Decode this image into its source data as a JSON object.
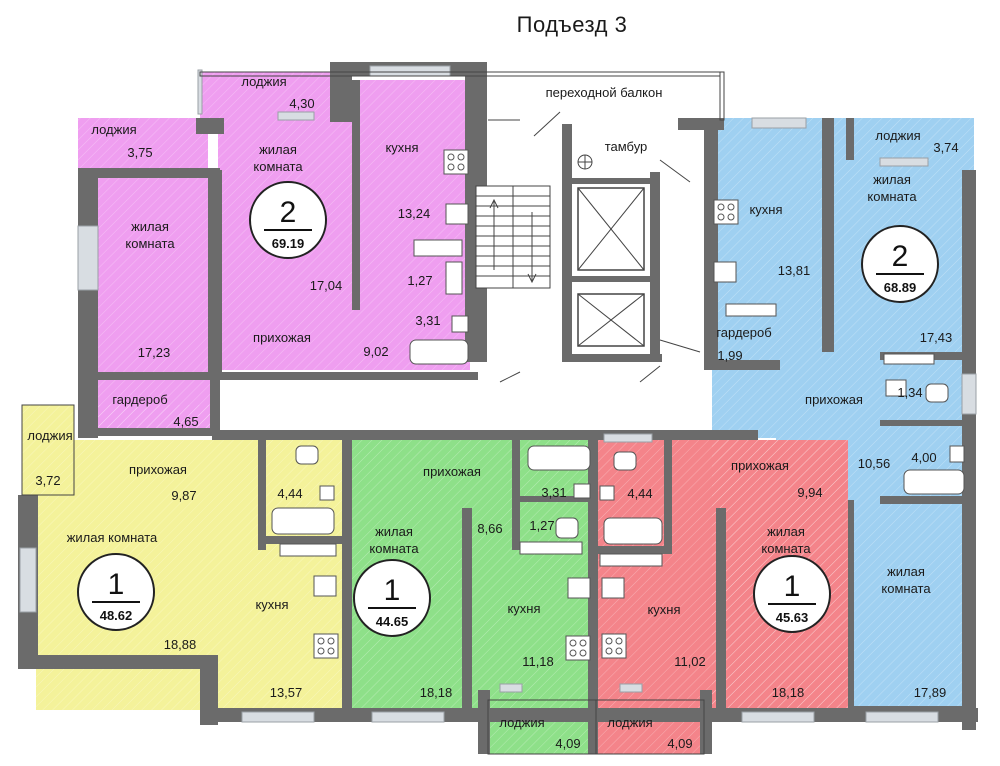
{
  "title": "Подъезд 3",
  "colors": {
    "pink": "#ef9ef0",
    "yellow": "#f4f29a",
    "green": "#8ee089",
    "red": "#f4848a",
    "blue": "#9fd0f1",
    "wall": "#6b6b6b",
    "corridor": "#ffffff"
  },
  "common": {
    "balcony": "переходной балкон",
    "vestibule": "тамбур"
  },
  "apartments": [
    {
      "id": "pink",
      "rooms_count": "2",
      "area": "69.19",
      "labels": {
        "loggia1_name": "лоджия",
        "loggia1_area": "4,30",
        "loggia2_name": "лоджия",
        "loggia2_area": "3,75",
        "room1_name": "жилая комната",
        "room1_area": "17,04",
        "room2_name": "жилая комната",
        "room2_area": "17,23",
        "kitchen_name": "кухня",
        "kitchen_area": "13,24",
        "wc_area": "1,27",
        "bath_area": "3,31",
        "hall_name": "прихожая",
        "hall_area": "9,02",
        "closet_name": "гардероб",
        "closet_area": "4,65"
      }
    },
    {
      "id": "yellow",
      "rooms_count": "1",
      "area": "48.62",
      "labels": {
        "loggia_name": "лоджия",
        "loggia_area": "3,72",
        "hall_name": "прихожая",
        "hall_area": "9,87",
        "bath_area": "4,44",
        "room_name": "жилая комната",
        "room_area": "18,88",
        "kitchen_name": "кухня",
        "kitchen_area": "13,57"
      }
    },
    {
      "id": "green",
      "rooms_count": "1",
      "area": "44.65",
      "labels": {
        "hall_name": "прихожая",
        "hall_area": "8,66",
        "bath_area": "3,31",
        "wc_area": "1,27",
        "room_name": "жилая комната",
        "room_area": "18,18",
        "kitchen_name": "кухня",
        "kitchen_area": "11,18",
        "loggia_name": "лоджия",
        "loggia_area": "4,09"
      }
    },
    {
      "id": "red",
      "rooms_count": "1",
      "area": "45.63",
      "labels": {
        "bath_area": "4,44",
        "hall_name": "прихожая",
        "hall_area": "9,94",
        "room_name": "жилая комната",
        "room_area": "18,18",
        "kitchen_name": "кухня",
        "kitchen_area": "11,02",
        "loggia_name": "лоджия",
        "loggia_area": "4,09"
      }
    },
    {
      "id": "blue",
      "rooms_count": "2",
      "area": "68.89",
      "labels": {
        "loggia_name": "лоджия",
        "loggia_area": "3,74",
        "kitchen_name": "кухня",
        "kitchen_area": "13,81",
        "room1_name": "жилая комната",
        "room1_area": "17,43",
        "closet_name": "гардероб",
        "closet_area": "1,99",
        "hall_name": "прихожая",
        "hall_area": "10,56",
        "wc_area": "1,34",
        "bath_area": "4,00",
        "room2_name": "жилая комната",
        "room2_area": "17,89"
      }
    }
  ]
}
